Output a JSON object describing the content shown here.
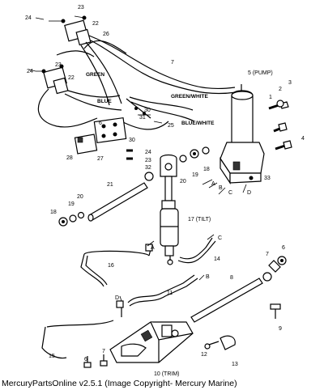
{
  "footer": "MercuryPartsOnline v2.5.1 (Image Copyright- Mercury Marine)",
  "wires": {
    "green": "GREEN",
    "blue": "BLUE",
    "green_white": "GREEN/WHITE",
    "blue_white": "BLUE/WHITE"
  },
  "components": {
    "pump": "5 (PUMP)",
    "tilt": "17 (TILT)",
    "trim": "10 (TRIM)"
  },
  "callouts": {
    "c1": "1",
    "c2": "2",
    "c3": "3",
    "c4": "4",
    "c6": "6",
    "c7": "7",
    "c8": "8",
    "c9": "9",
    "c11": "11",
    "c12": "12",
    "c13": "13",
    "c14": "14",
    "c15": "15",
    "c16": "16",
    "c18a": "18",
    "c18b": "18",
    "c19a": "19",
    "c19b": "19",
    "c20a": "20",
    "c20b": "20",
    "c21": "21",
    "c22a": "22",
    "c22b": "22",
    "c23a": "23",
    "c23b": "23",
    "c23c": "23",
    "c24a": "24",
    "c24b": "24",
    "c24c": "24",
    "c25": "25",
    "c26": "26",
    "c27": "27",
    "c28": "28",
    "c30": "30",
    "c31": "31",
    "c32": "32",
    "c33": "33",
    "c6b": "6",
    "c7b": "7"
  },
  "letters": {
    "a1": "A",
    "b1": "B",
    "c1": "C",
    "d1": "D",
    "a2": "A",
    "b2": "B",
    "c2": "C",
    "d2": "D"
  },
  "icons": {
    "diagram": "exploded-parts-diagram"
  }
}
